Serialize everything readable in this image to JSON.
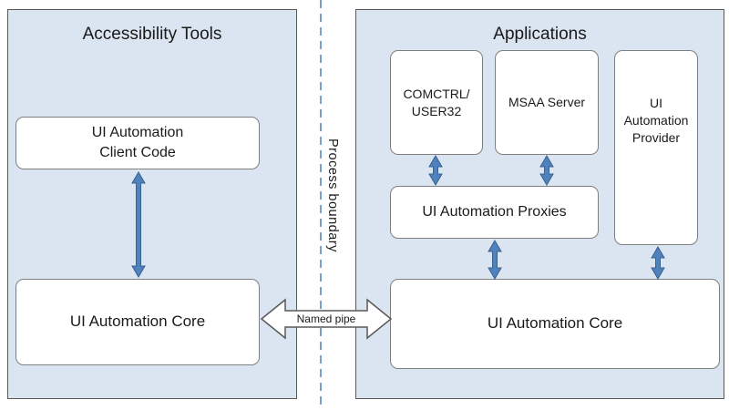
{
  "colors": {
    "panel_fill": "#dbe5f1",
    "arrow_blue": "#4f81bd",
    "box_border": "#7f7f7f"
  },
  "left_panel": {
    "title": "Accessibility Tools",
    "client_code_box": "UI Automation\nClient Code",
    "core_box": "UI Automation Core"
  },
  "process_boundary_label": "Process boundary",
  "named_pipe_label": "Named pipe",
  "right_panel": {
    "title": "Applications",
    "comctrl_box": "COMCTRL/\nUSER32",
    "msaa_box": "MSAA Server",
    "provider_box": "UI\nAutomation\nProvider",
    "proxies_box": "UI Automation Proxies",
    "core_box": "UI Automation Core"
  }
}
